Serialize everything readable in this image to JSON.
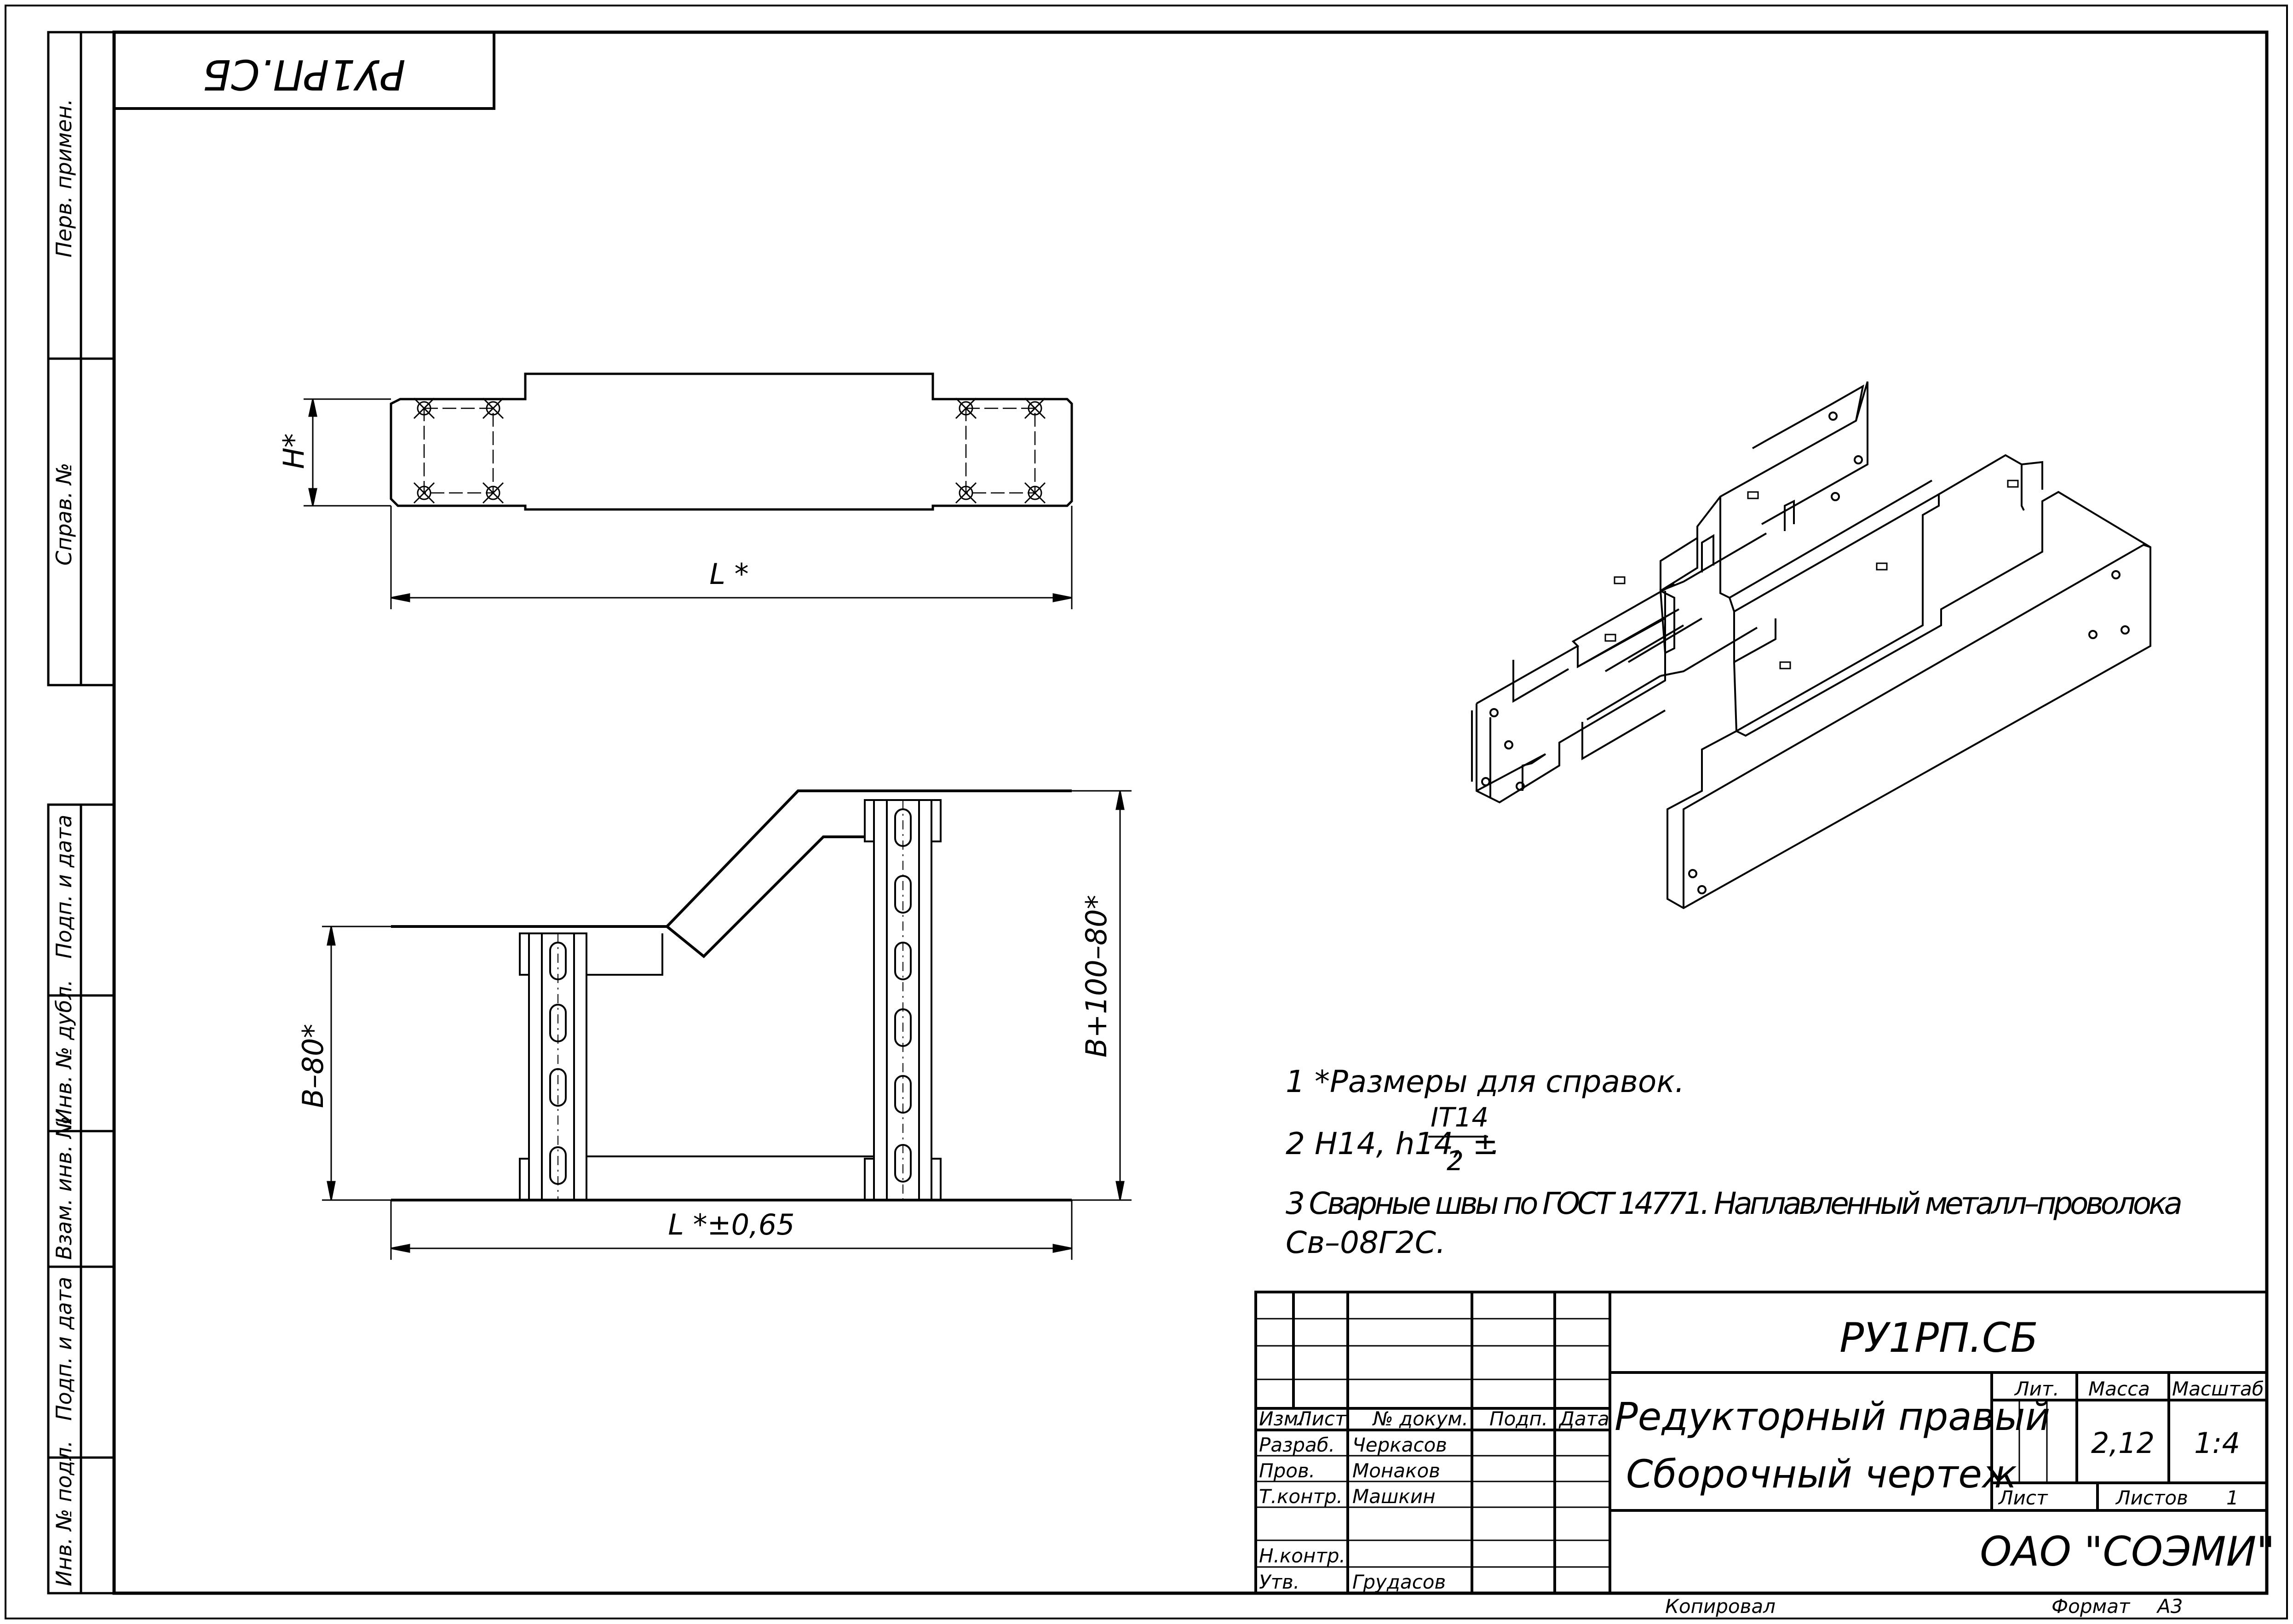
{
  "designation": "РУ1РП.СБ",
  "designation_mirrored": "РУ1РП.СБ",
  "left_strip": {
    "perv_primen": "Перв. примен.",
    "sprav_no": "Справ. №",
    "podp_data_1": "Подп. и дата",
    "inv_dubl": "Инв. № дубл.",
    "vzam_inv": "Взам. инв. №",
    "podp_data_2": "Подп. и дата",
    "inv_podl": "Инв. № подл."
  },
  "dimensions": {
    "h": "H*",
    "l": "L *",
    "l_tol": "L *±0,65",
    "b_minus": "B–80*",
    "b_plus": "B+100–80*"
  },
  "notes": {
    "n1": "1 *Размеры для справок.",
    "n2_prefix": "2 H14, h14, ±",
    "n2_num": "IT14",
    "n2_den": "2",
    "n2_suffix": ".",
    "n3_line1": "3 Сварные швы по ГОСТ 14771. Наплавленный металл–проволока",
    "n3_line2": "Св–08Г2С."
  },
  "title_block": {
    "col_izm": "Изм.",
    "col_list": "Лист",
    "col_doc": "№ докум.",
    "col_podp": "Подп.",
    "col_data": "Дата",
    "rows": [
      {
        "role": "Разраб.",
        "name": "Черкасов"
      },
      {
        "role": "Пров.",
        "name": "Монаков"
      },
      {
        "role": "Т.контр.",
        "name": "Машкин"
      },
      {
        "role": "",
        "name": ""
      },
      {
        "role": "Н.контр.",
        "name": ""
      },
      {
        "role": "Утв.",
        "name": "Грудасов"
      }
    ],
    "title_line1": "Редукторный правый",
    "title_line2": "Сборочный чертеж",
    "lit_label": "Лит.",
    "mass_label": "Масса",
    "scale_label": "Масштаб",
    "mass_value": "2,12",
    "scale_value": "1:4",
    "sheet_label": "Лист",
    "sheets_label": "Листов",
    "sheets_value": "1",
    "organization": "ОАО \"СОЭМИ\""
  },
  "footer": {
    "copied": "Копировал",
    "format_label": "Формат",
    "format_value": "А3"
  }
}
